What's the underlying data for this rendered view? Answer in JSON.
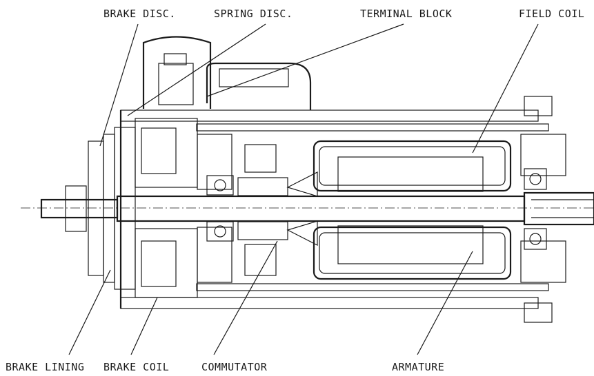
{
  "labels": {
    "brake_disc": "BRAKE DISC.",
    "spring_disc": "SPRING DISC.",
    "terminal_block": "TERMINAL BLOCK",
    "field_coil": "FIELD COIL",
    "brake_lining": "BRAKE LINING",
    "brake_coil": "BRAKE COIL",
    "commutator": "COMMUTATOR",
    "armature": "ARMATURE"
  },
  "colors": {
    "ink": "#1a1a1a",
    "paper": "#ffffff"
  }
}
